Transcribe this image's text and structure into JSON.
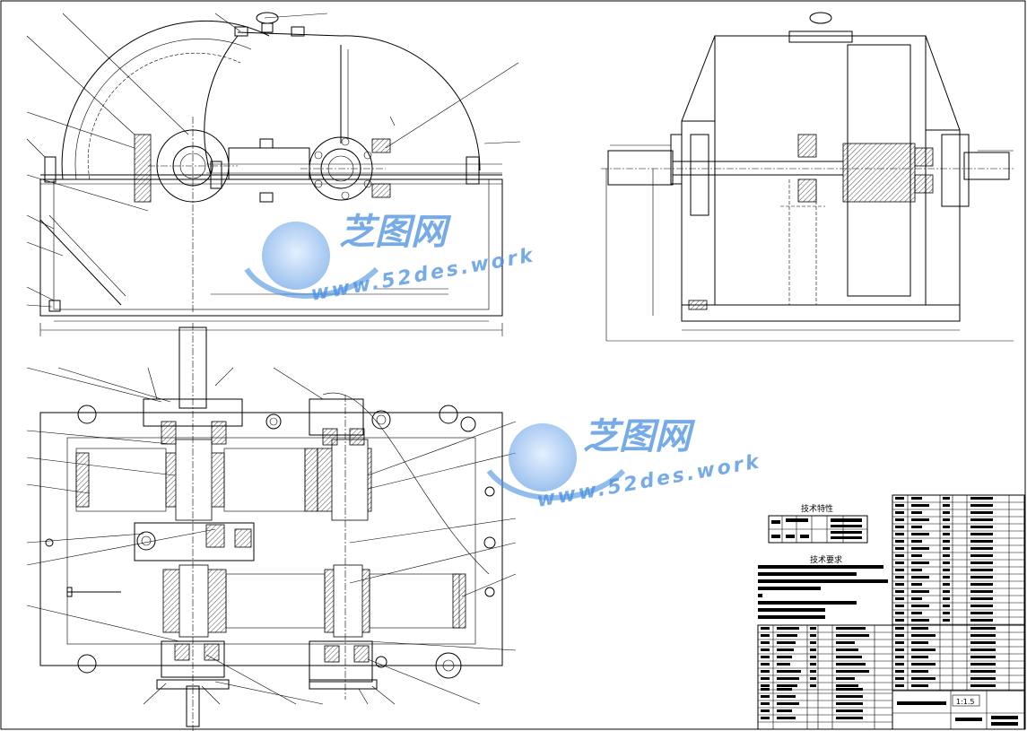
{
  "watermarks": [
    {
      "logo_text": "芝图网",
      "url_text": "www.52des.work"
    },
    {
      "logo_text": "芝图网",
      "url_text": "www.52des.work"
    }
  ],
  "tech_spec": {
    "title": "技术特性"
  },
  "tech_requirements": {
    "title": "技术要求"
  },
  "title_block": {
    "scale": "1:1.5"
  },
  "colors": {
    "line": "#000000",
    "watermark": "#4a8fe0",
    "background": "#ffffff"
  }
}
